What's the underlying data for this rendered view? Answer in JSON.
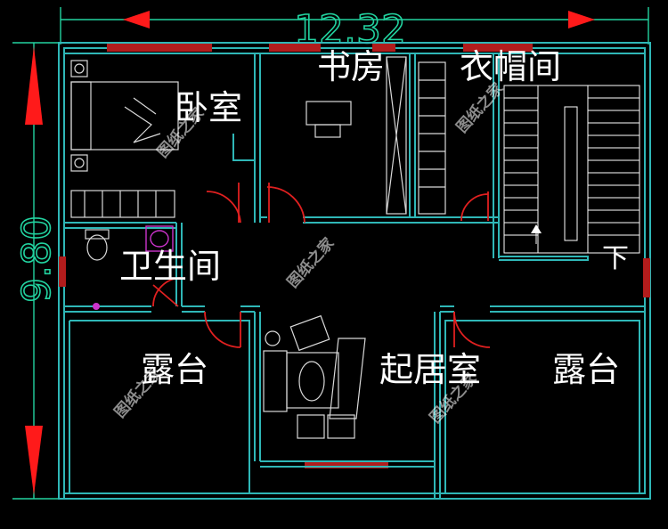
{
  "drawing": {
    "dimensions": {
      "width_label": "12.32",
      "height_label": "9.80"
    },
    "rooms": {
      "bedroom": "卧室",
      "study": "书房",
      "cloakroom": "衣帽间",
      "bathroom": "卫生间",
      "terrace_left": "露台",
      "living": "起居室",
      "terrace_right": "露台"
    },
    "stair_label": "下",
    "watermark": "图纸之家",
    "colors": {
      "background": "#000000",
      "wall": "#2fb7b7",
      "arrow": "#ff1a1a",
      "door": "#e02020",
      "window": "#b21c1c",
      "dimension": "#22d3a0",
      "fixture": "#cc33cc"
    }
  }
}
